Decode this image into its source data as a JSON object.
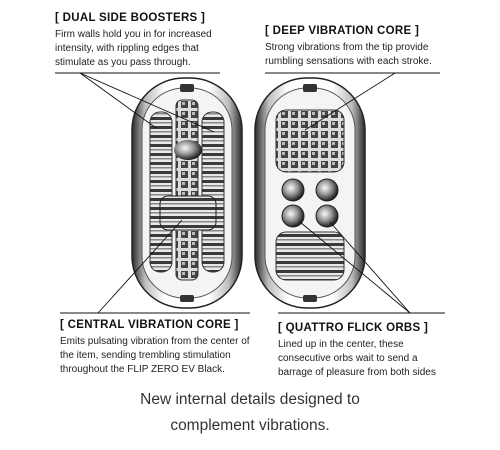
{
  "callouts": {
    "dual_side_boosters": {
      "title": "[ DUAL SIDE BOOSTERS ]",
      "lines": [
        "Firm walls hold you in for increased",
        "intensity, with rippling edges that",
        "stimulate as you pass through."
      ]
    },
    "deep_vibration_core": {
      "title": "[ DEEP VIBRATION CORE ]",
      "lines": [
        "Strong vibrations from the tip provide",
        "rumbling sensations with each stroke."
      ]
    },
    "central_vibration_core": {
      "title": "[ CENTRAL VIBRATION CORE ]",
      "lines": [
        "Emits pulsating vibration from the center of",
        "the item, sending trembling stimulation",
        "throughout the FLIP ZERO EV Black."
      ]
    },
    "quattro_flick_orbs": {
      "title": "[ QUATTRO FLICK ORBS ]",
      "lines": [
        "Lined up in the center, these",
        "consecutive orbs wait to send a",
        "barrage of pleasure from both sides"
      ]
    }
  },
  "caption": {
    "line1": "New internal details designed to",
    "line2": "complement vibrations."
  }
}
